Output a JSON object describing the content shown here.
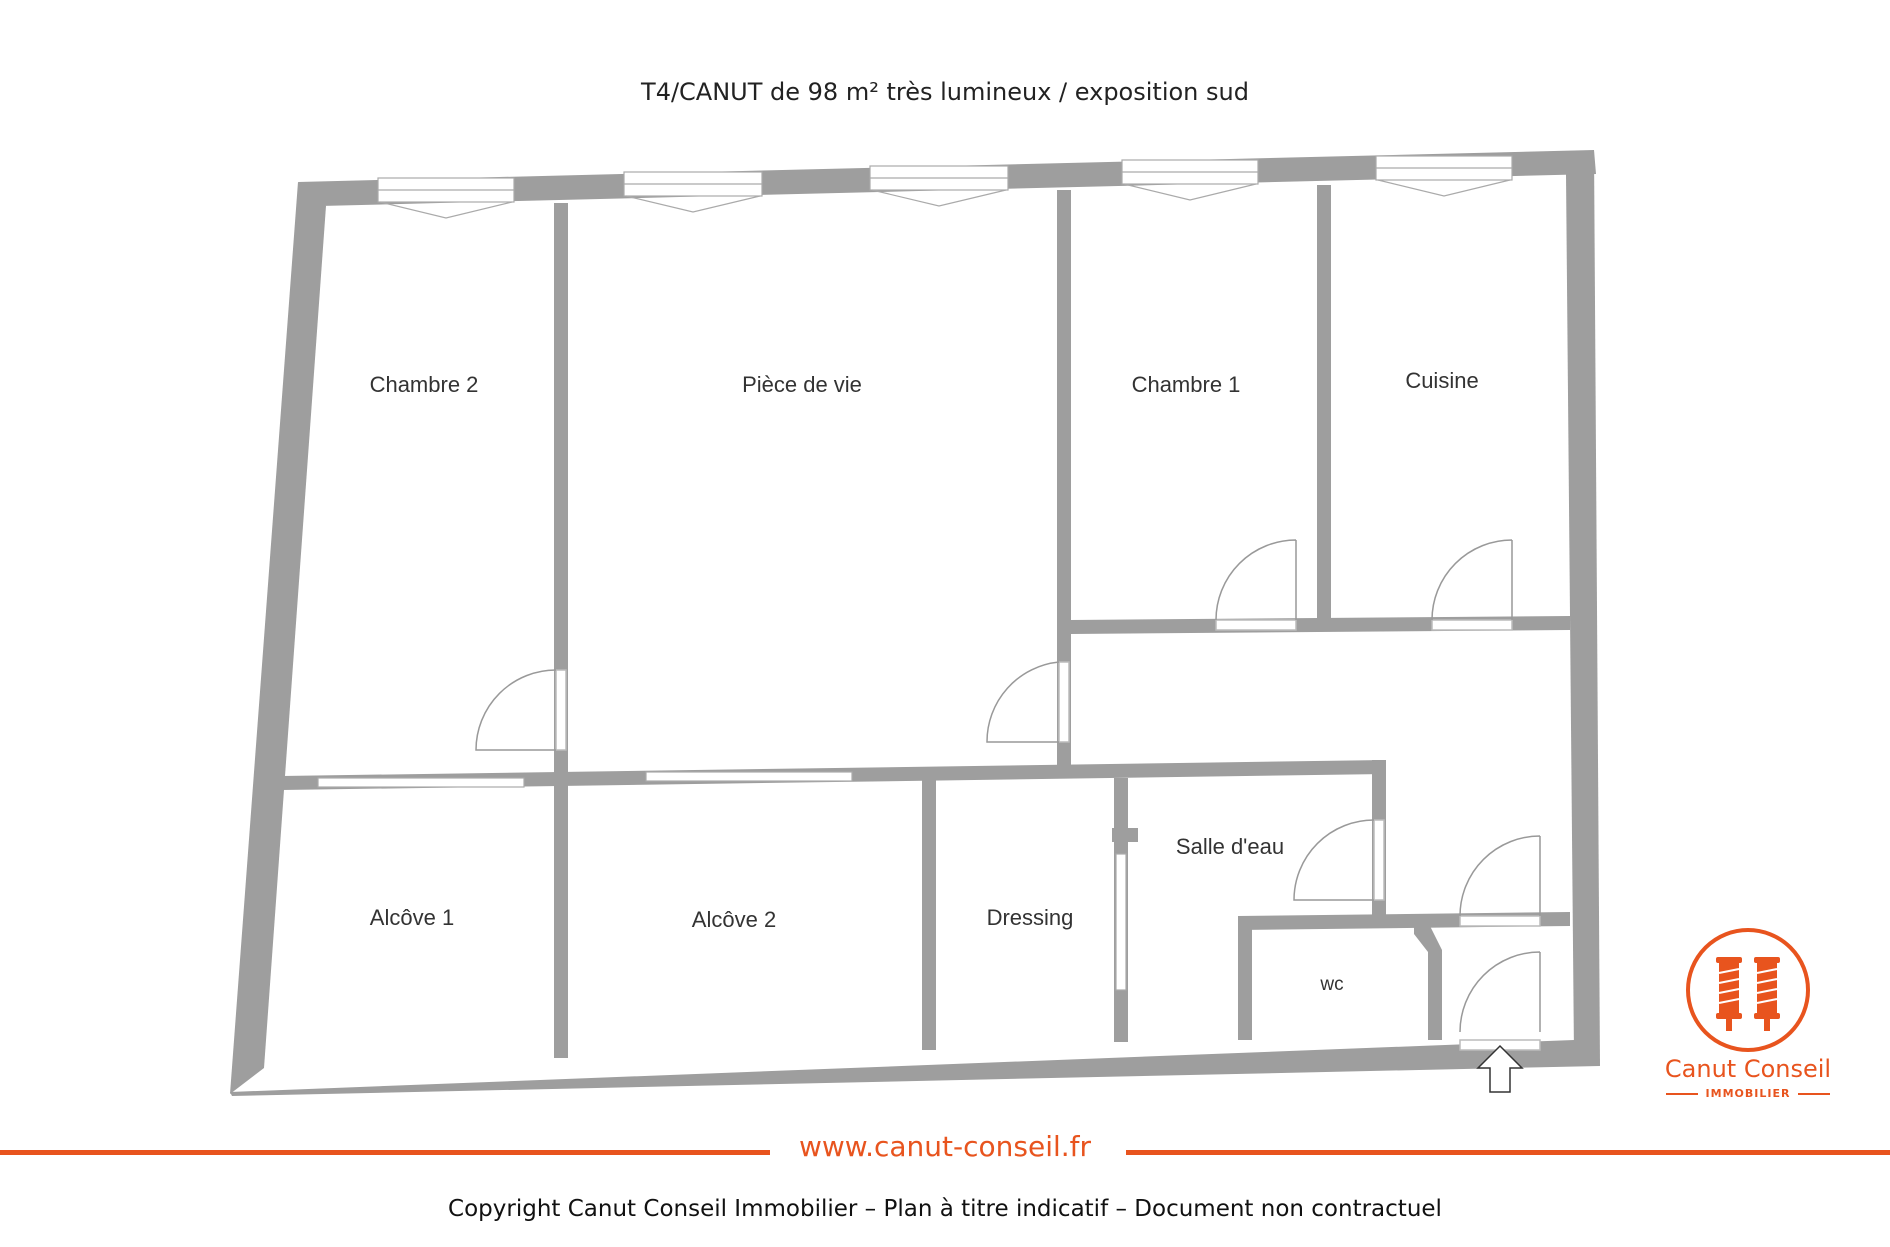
{
  "header": {
    "title": "T4/CANUT de 98 m² très lumineux / exposition sud"
  },
  "plan": {
    "wall_color": "#9e9e9e",
    "rooms": {
      "chambre2": "Chambre 2",
      "piece_de_vie": "Pièce de vie",
      "chambre1": "Chambre 1",
      "cuisine": "Cuisine",
      "alcove1": "Alcôve 1",
      "alcove2": "Alcôve 2",
      "dressing": "Dressing",
      "salle_deau": "Salle d'eau",
      "wc": "wc"
    },
    "entrance_icon": "arrow-up-icon"
  },
  "footer": {
    "website": "www.canut-conseil.fr",
    "copyright": "Copyright Canut Conseil Immobilier – Plan à titre indicatif – Document non contractuel",
    "accent_color": "#e8541e"
  },
  "logo": {
    "name": "Canut Conseil",
    "subtitle": "IMMOBILIER",
    "icon": "thread-spools-icon"
  }
}
